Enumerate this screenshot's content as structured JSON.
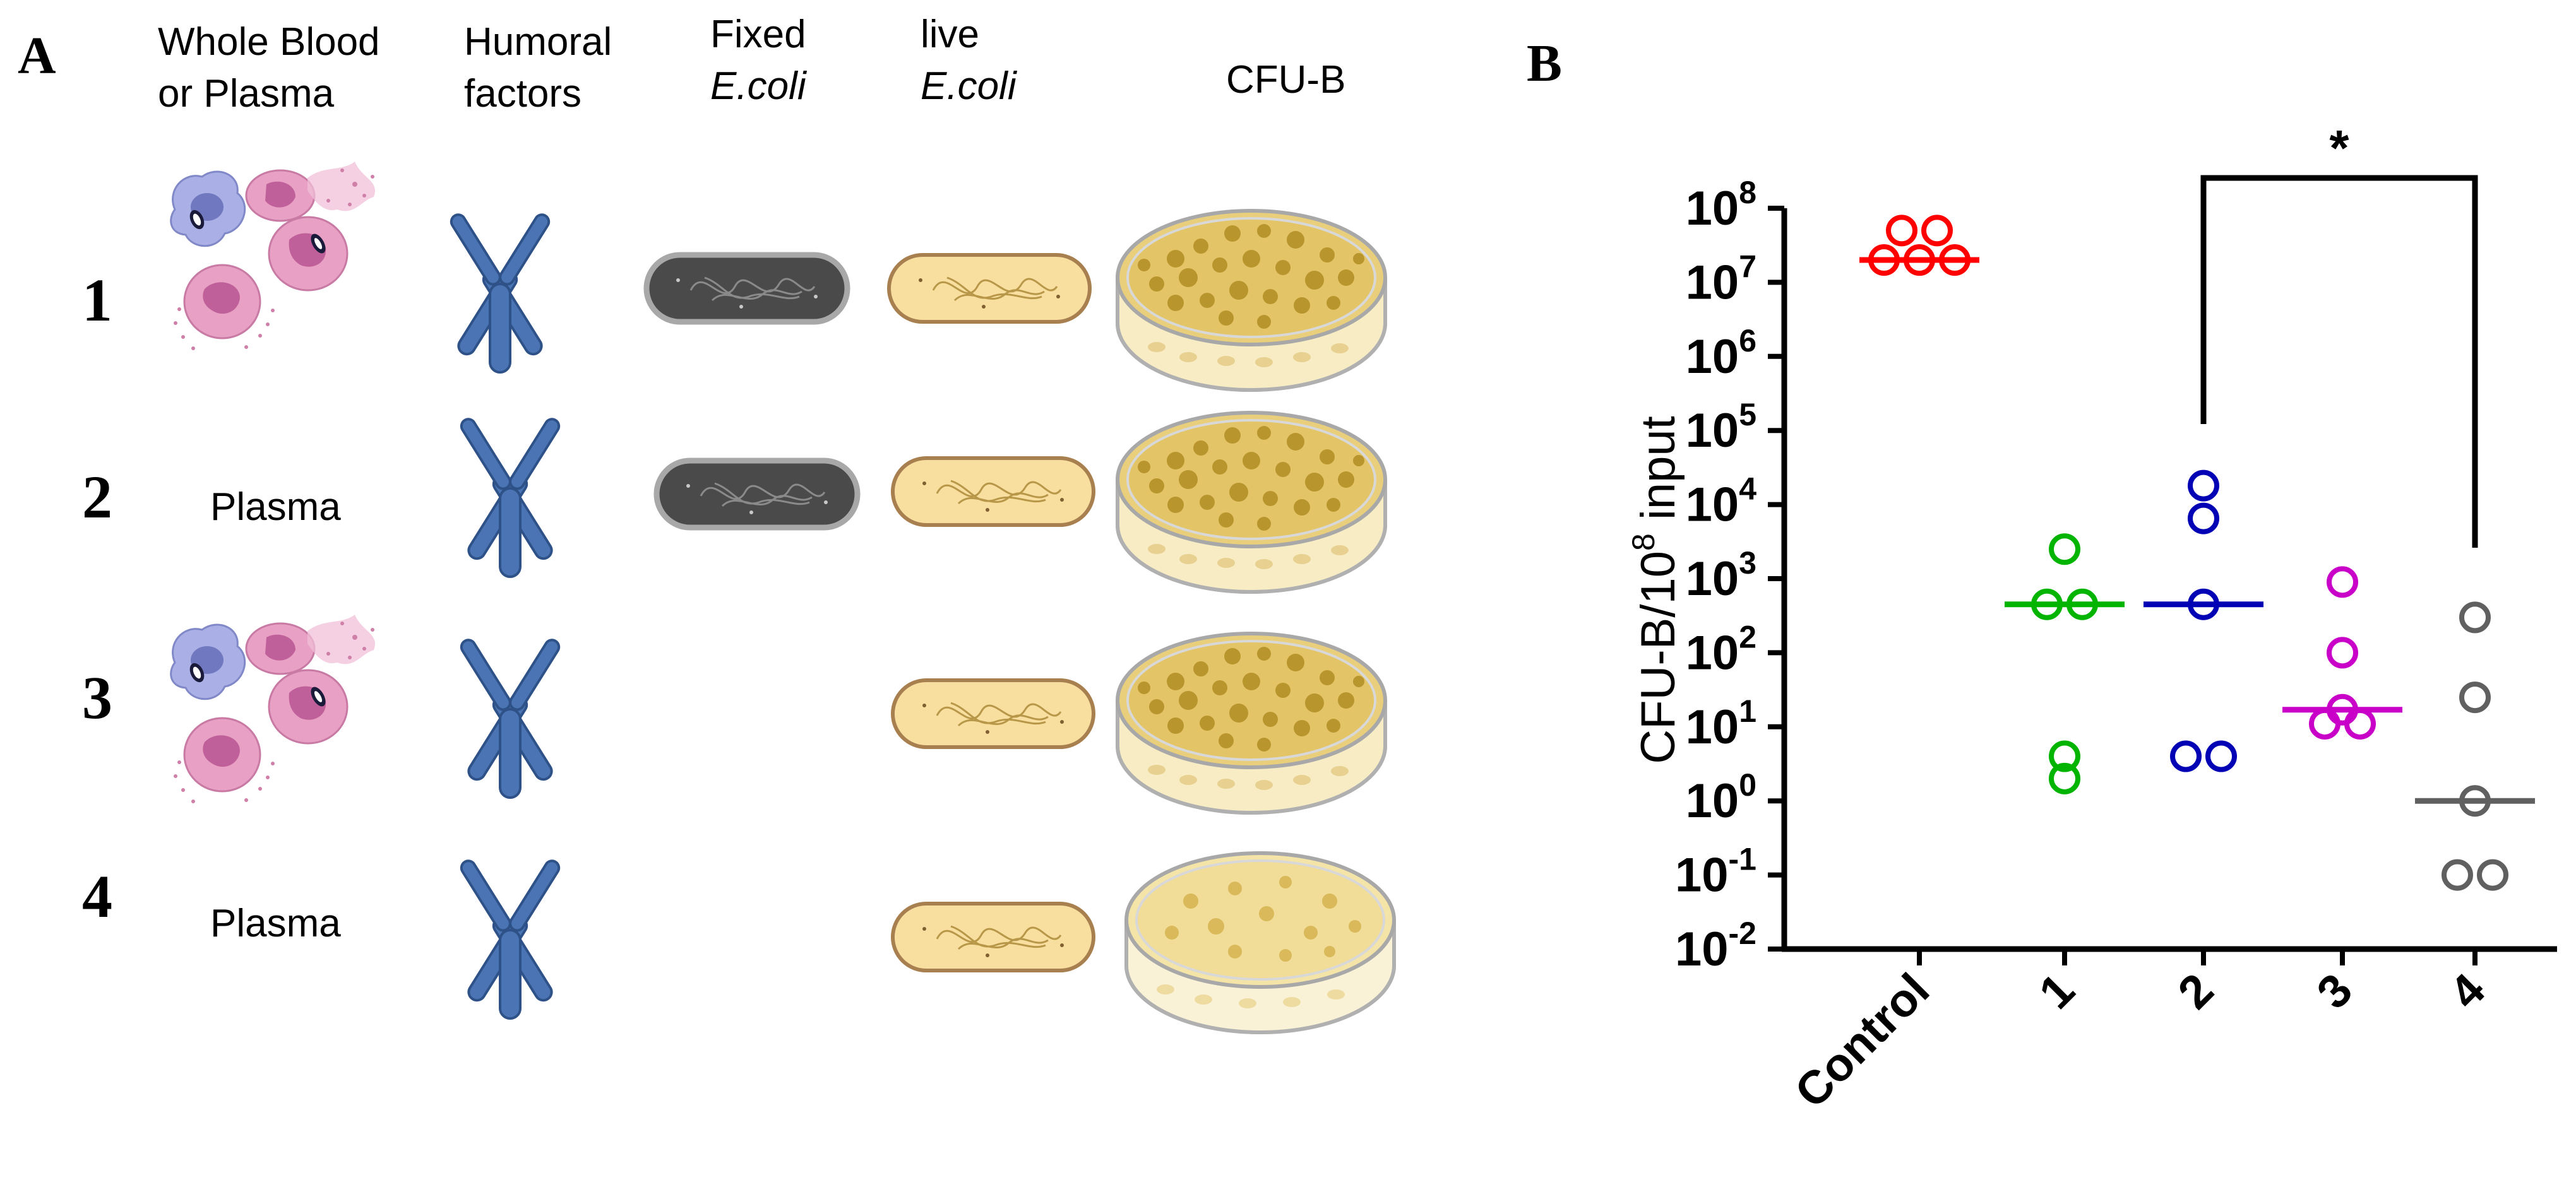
{
  "panel_a": {
    "label": "A",
    "column_headers": [
      {
        "line1": "Whole Blood",
        "line2": "or Plasma",
        "italic2": false
      },
      {
        "line1": "Humoral",
        "line2": "factors",
        "italic2": false
      },
      {
        "line1": "Fixed",
        "line2": "E.coli",
        "italic2": true
      },
      {
        "line1": "live",
        "line2": "E.coli",
        "italic2": true
      },
      {
        "line1": "CFU-B",
        "line2": "",
        "italic2": false
      }
    ],
    "rows": [
      {
        "number": "1",
        "sample": "",
        "cells_icon": "blood-cells-icon",
        "fixed_ecoli": true
      },
      {
        "number": "2",
        "sample": "Plasma",
        "cells_icon": "",
        "fixed_ecoli": true
      },
      {
        "number": "3",
        "sample": "",
        "cells_icon": "blood-cells-icon",
        "fixed_ecoli": false
      },
      {
        "number": "4",
        "sample": "Plasma",
        "cells_icon": "",
        "fixed_ecoli": false
      }
    ],
    "icons": {
      "antibody": "antibody-icon",
      "fixed_bacterium": "fixed-ecoli-icon",
      "live_bacterium": "live-ecoli-icon",
      "petri_dish": "petri-dish-icon"
    },
    "colors": {
      "antibody": "#4a74b4",
      "fixed_bacterium": "#4a4a4a",
      "live_bacterium": "#f8dfa0",
      "agar": "#f4e6b0",
      "colony": "#c9a440",
      "cell_purple": "#aab0e6",
      "cell_pink": "#e8a0c4"
    }
  },
  "panel_b": {
    "label": "B",
    "significance": "*"
  },
  "chart_data": {
    "type": "scatter",
    "title": "",
    "ylabel": "CFU-B/10",
    "ylabel_sup": "8",
    "ylabel_tail": " input",
    "yscale": "log",
    "ylim": [
      0.01,
      100000000
    ],
    "yticks": [
      {
        "base": "10",
        "exp": "8"
      },
      {
        "base": "10",
        "exp": "7"
      },
      {
        "base": "10",
        "exp": "6"
      },
      {
        "base": "10",
        "exp": "5"
      },
      {
        "base": "10",
        "exp": "4"
      },
      {
        "base": "10",
        "exp": "3"
      },
      {
        "base": "10",
        "exp": "2"
      },
      {
        "base": "10",
        "exp": "1"
      },
      {
        "base": "10",
        "exp": "0"
      },
      {
        "base": "10",
        "exp": "-1"
      },
      {
        "base": "10",
        "exp": "-2"
      }
    ],
    "categories": [
      "Control",
      "1",
      "2",
      "3",
      "4"
    ],
    "series": [
      {
        "category": "Control",
        "color": "#ff0000",
        "median": 20000000,
        "points": [
          50000000,
          50000000,
          20000000,
          20000000,
          20000000
        ]
      },
      {
        "category": "1",
        "color": "#00b400",
        "median": 450,
        "points": [
          2500,
          450,
          450,
          2,
          4
        ]
      },
      {
        "category": "2",
        "color": "#0000b4",
        "median": 450,
        "points": [
          18000,
          6500,
          450,
          4,
          4
        ]
      },
      {
        "category": "3",
        "color": "#c800c8",
        "median": 17,
        "points": [
          900,
          100,
          17,
          11,
          11
        ]
      },
      {
        "category": "4",
        "color": "#606060",
        "median": 1,
        "points": [
          300,
          25,
          1,
          0.1,
          0.1
        ]
      }
    ],
    "comparison": {
      "from": "2",
      "to": "4",
      "label": "*"
    },
    "grid": false,
    "legend": "none"
  }
}
